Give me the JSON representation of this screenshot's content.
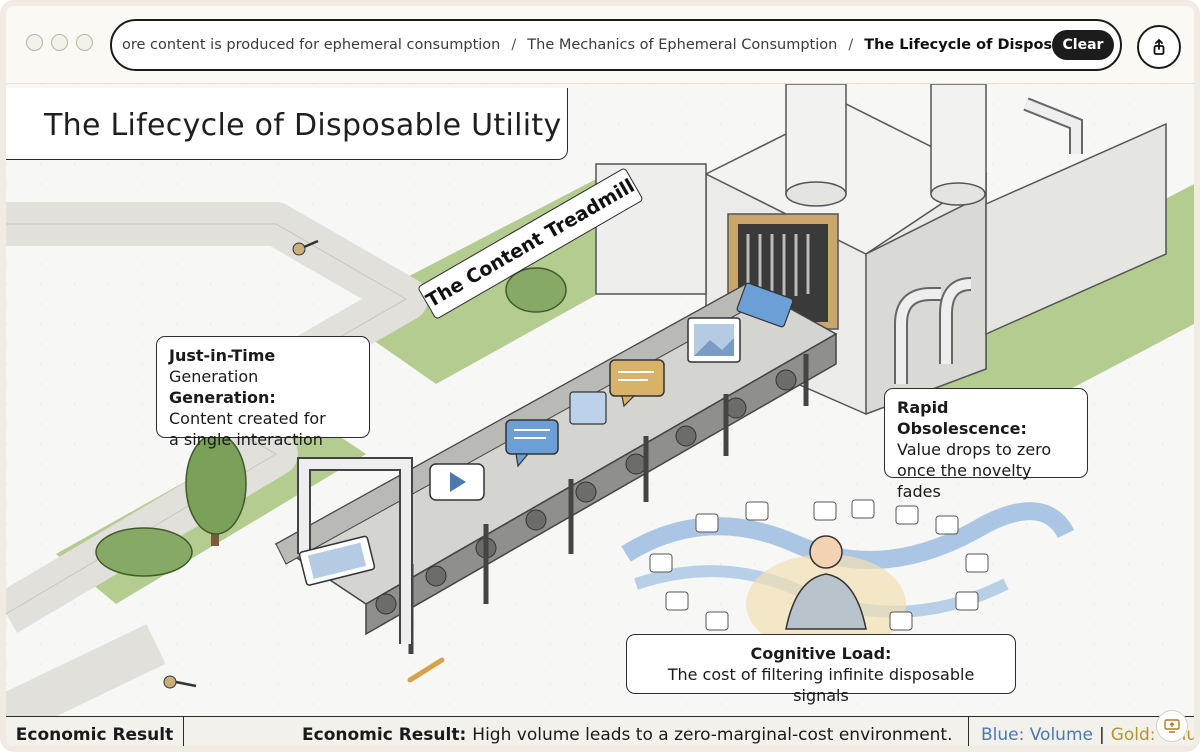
{
  "breadcrumb": {
    "items": [
      "ore content is produced for ephemeral consumption",
      "The Mechanics of Ephemeral Consumption",
      "The Lifecycle of Disposable Utility"
    ],
    "separator": "/",
    "clear_label": "Clear"
  },
  "diagram": {
    "title": "The Lifecycle of Disposable Utility",
    "conveyor_label": "The Content Treadmill",
    "callouts": {
      "jit": {
        "heading": "Just-in-Time",
        "line2_prefix": "Generation ",
        "line2_bold": "Generation:",
        "line3": "Content created for",
        "line4": "a single interaction"
      },
      "rapid": {
        "heading": "Rapid Obsolescence:",
        "line2": "Value drops to zero",
        "line3": "once the novelty fades"
      },
      "cognitive": {
        "heading": "Cognitive Load:",
        "line2": "The cost of filtering infinite disposable signals"
      }
    }
  },
  "footer": {
    "tab_label": "Economic Result",
    "text_bold": "Economic Result:",
    "text": "High volume leads to a zero-marginal-cost environment.",
    "legend_blue": "Blue: Volume",
    "legend_gold": "Gold: Value",
    "legend_sep": "|"
  },
  "colors": {
    "volume_blue": "#4a78b0",
    "value_gold": "#b59232",
    "grass": "#9fbf72",
    "machine": "#e8e8e6"
  },
  "icons": [
    "share-icon",
    "present-icon",
    "play-icon",
    "chat-icon",
    "image-icon",
    "key-icon",
    "pencil-icon"
  ]
}
